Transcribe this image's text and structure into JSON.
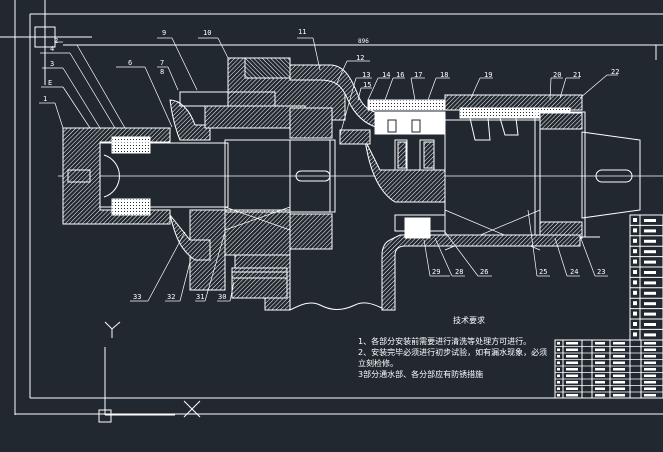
{
  "drawing": {
    "type": "cad-assembly-drawing",
    "background_color": "#212830",
    "line_color": "#ffffff",
    "overall_dimension": "896",
    "part_labels": {
      "top_left": [
        "2",
        "4",
        "3",
        "E",
        "1"
      ],
      "top": [
        "9",
        "10",
        "6",
        "7",
        "8",
        "11",
        "12",
        "13",
        "15",
        "14",
        "16",
        "17",
        "18",
        "19",
        "20",
        "21",
        "22"
      ],
      "bottom": [
        "33",
        "32",
        "31",
        "30",
        "29",
        "28",
        "26",
        "25",
        "24",
        "23"
      ]
    },
    "technical_requirements": {
      "title": "技术要求",
      "items": [
        "1、各部分安装前需要进行清洗等处理方可进行。",
        "2、安装完毕必须进行初步试验，如有漏水现象，必须立刻检修。",
        "3部分通水部、各分部应有防锈措施"
      ]
    },
    "ucs_icon": {
      "y_label": "Y",
      "x_label": "X"
    }
  }
}
